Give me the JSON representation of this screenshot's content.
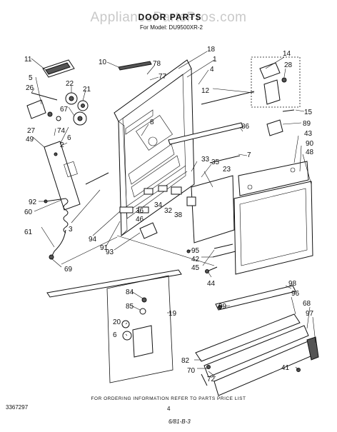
{
  "watermark": "AppliancePartsPros.com",
  "header": {
    "title": "DOOR PARTS",
    "model_line": "For Model: DU9500XR-2"
  },
  "footer": {
    "order_info": "FOR ORDERING INFORMATION REFER TO PARTS PRICE LIST",
    "doc_number": "3367297",
    "page_number": "4",
    "handwritten_note": "6/81-B-3"
  },
  "callouts": {
    "c1": "1",
    "c2": "2",
    "c3": "3",
    "c4": "4",
    "c5": "5",
    "c6": "6",
    "c7": "7",
    "c8": "8",
    "c10": "10",
    "c11": "11",
    "c12": "12",
    "c14": "14",
    "c15": "15",
    "c18": "18",
    "c19": "19",
    "c20": "20",
    "c21": "21",
    "c22": "22",
    "c23": "23",
    "c26": "26",
    "c27": "27",
    "c28": "28",
    "c32": "32",
    "c33": "33",
    "c34": "34",
    "c35": "35",
    "c36": "36",
    "c38": "38",
    "c41": "41",
    "c42": "42",
    "c43": "43",
    "c44": "44",
    "c45": "45",
    "c46": "46",
    "c48": "48",
    "c49": "49",
    "c60": "60",
    "c61": "61",
    "c67": "67",
    "c68": "68",
    "c69": "69",
    "c70": "70",
    "c72": "72",
    "c74": "74",
    "c77": "77",
    "c78": "78",
    "c82": "82",
    "c84": "84",
    "c85": "85",
    "c86": "86",
    "c89": "89",
    "c90": "90",
    "c91": "91",
    "c92": "92",
    "c93": "93",
    "c94": "94",
    "c95": "95",
    "c96": "96",
    "c97": "97",
    "c98": "98",
    "c99": "99"
  }
}
